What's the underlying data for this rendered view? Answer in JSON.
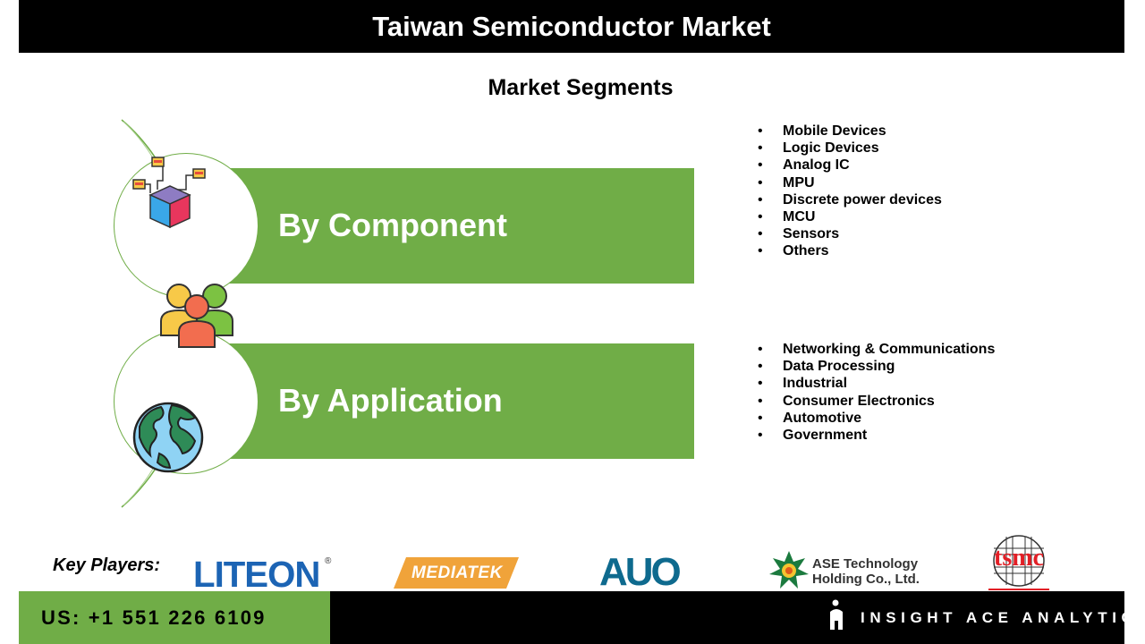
{
  "header": {
    "title": "Taiwan Semiconductor Market"
  },
  "section": {
    "title": "Market Segments"
  },
  "segments": [
    {
      "label": "By Component",
      "icon": "circuit-cube-icon",
      "items": [
        "Mobile Devices",
        "Logic Devices",
        "Analog IC",
        "MPU",
        "Discrete power devices",
        "MCU",
        "Sensors",
        "Others"
      ]
    },
    {
      "label": "By Application",
      "icon": "globe-icon",
      "items": [
        "Networking & Communications",
        "Data Processing",
        "Industrial",
        "Consumer Electronics",
        "Automotive",
        "Government"
      ]
    }
  ],
  "key_players": {
    "label": "Key Players:",
    "logos": [
      {
        "name": "LITEON",
        "mark": "®"
      },
      {
        "name": "MEDIATEK"
      },
      {
        "name": "AUO"
      },
      {
        "name": "ASE Technology Holding Co., Ltd.",
        "line1": "ASE Technology",
        "line2": "Holding Co., Ltd."
      },
      {
        "name": "tsmc"
      }
    ]
  },
  "footer": {
    "phone": "US: +1 551 226 6109",
    "brand": "INSIGHT ACE ANALYTIC"
  },
  "colors": {
    "accent_green": "#70ad47",
    "header_bg": "#000000",
    "liteon_blue": "#1c64b4",
    "mediatek_orange": "#f0a33a",
    "auo_teal": "#0e6a8e",
    "tsmc_red": "#e21f26"
  }
}
